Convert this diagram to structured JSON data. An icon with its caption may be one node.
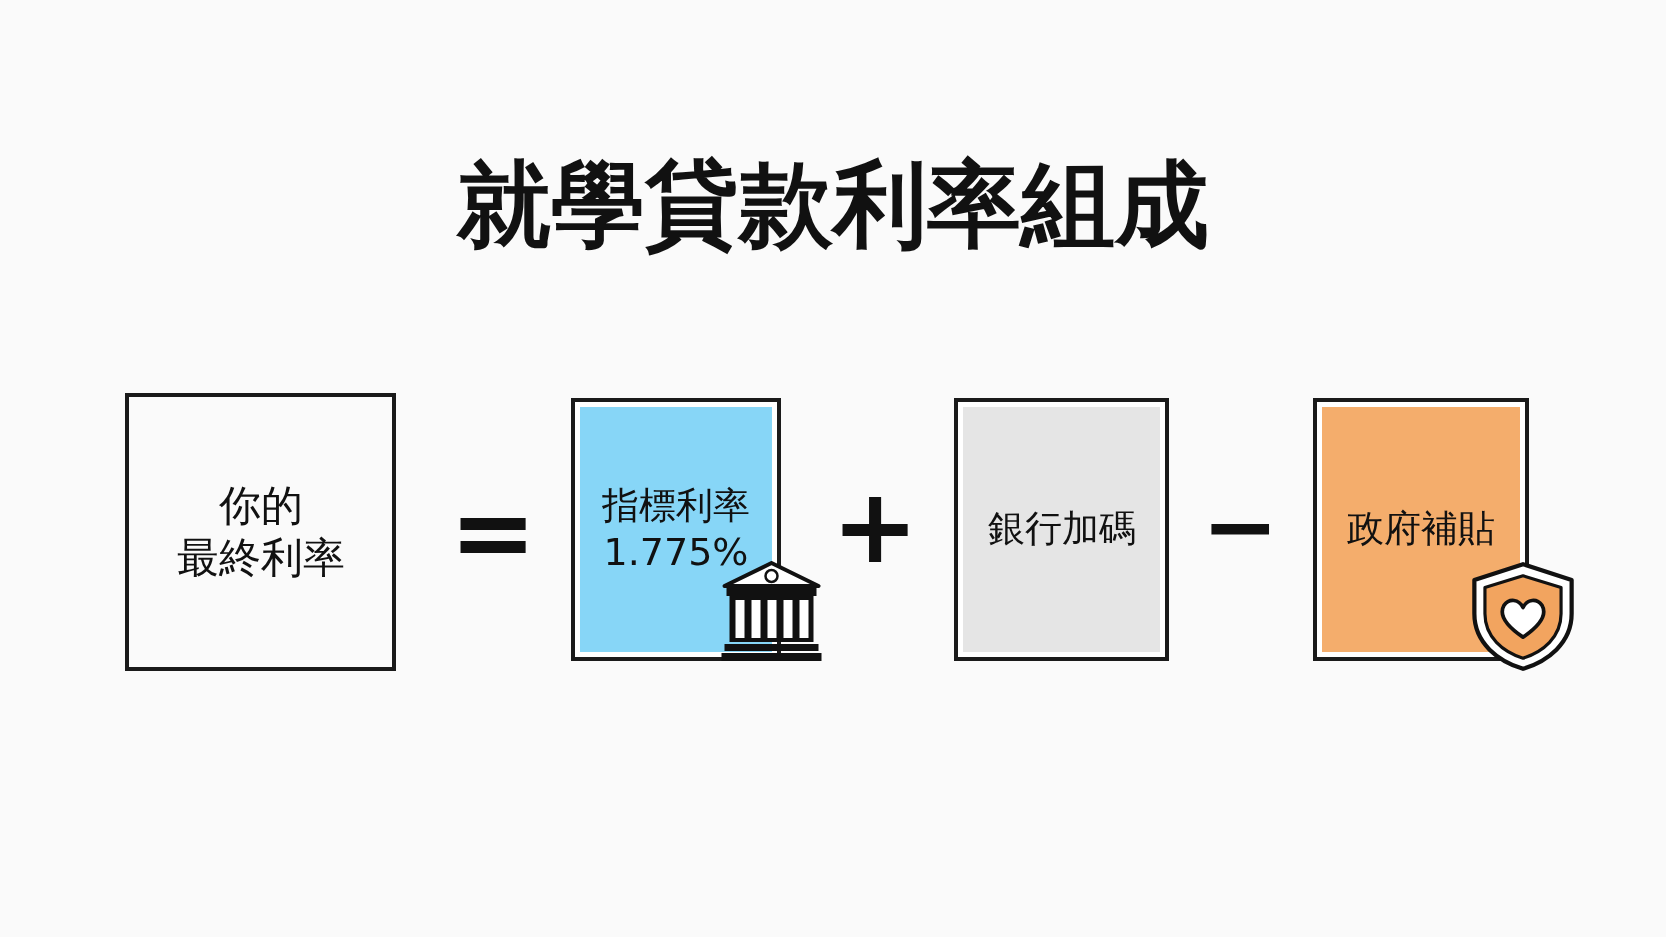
{
  "diagram": {
    "title": "就學貸款利率組成",
    "nodes": [
      {
        "text": [
          "你的最終利率"
        ]
      },
      {
        "text": [
          "指標利率",
          "1.775%"
        ]
      },
      {
        "text": [
          "銀行加碼"
        ]
      },
      {
        "text": [
          "政府補貼"
        ]
      }
    ],
    "labels": [
      "=",
      "+",
      "−"
    ]
  }
}
